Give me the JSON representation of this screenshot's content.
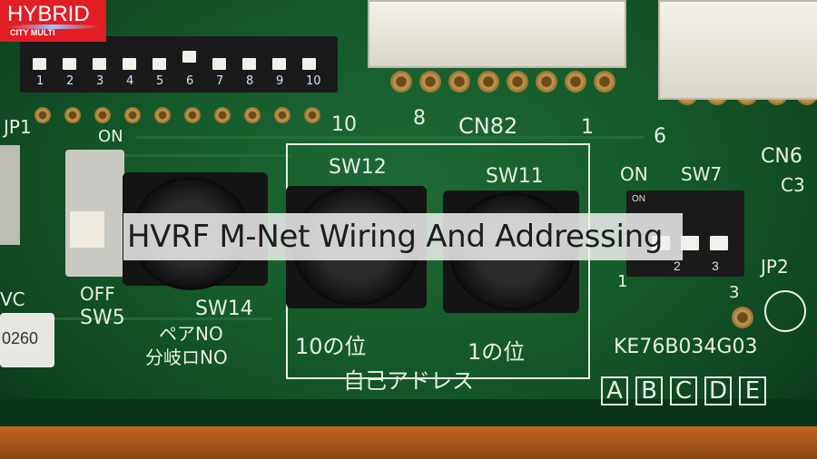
{
  "logo": {
    "brand": "HYBRID",
    "sub": "CITY MULTI",
    "color": "#e21d24"
  },
  "title": "HVRF M-Net Wiring And Addressing",
  "board": {
    "dip_numbers": [
      "1",
      "2",
      "3",
      "4",
      "5",
      "6",
      "7",
      "8",
      "9",
      "10"
    ],
    "labels": {
      "cn82": "CN82",
      "cn82_left": "8",
      "cn82_right": "1",
      "dip_left_10": "10",
      "cn6": "CN6",
      "cn6_left": "6",
      "c3": "C3",
      "sw12": "SW12",
      "sw11": "SW11",
      "sw7": "SW7",
      "sw7_on": "ON",
      "sw7_nums": [
        "1",
        "2",
        "3"
      ],
      "sw14": "SW14",
      "sw5": "SW5",
      "sw5_on": "ON",
      "sw5_off": "OFF",
      "jp1": "JP1",
      "jp2": "JP2",
      "jp2_3": "3",
      "jp2_1": "1",
      "pair_no": "ペアNO",
      "branch_no": "分岐ロNO",
      "tens": "10の位",
      "ones": "1の位",
      "self_address": "自己アドレス",
      "part_no": "KE76B034G03",
      "sticker": "0260",
      "vc": "VC",
      "letters": [
        "A",
        "B",
        "C",
        "D",
        "E"
      ],
      "dip_top_on": "ON"
    }
  }
}
